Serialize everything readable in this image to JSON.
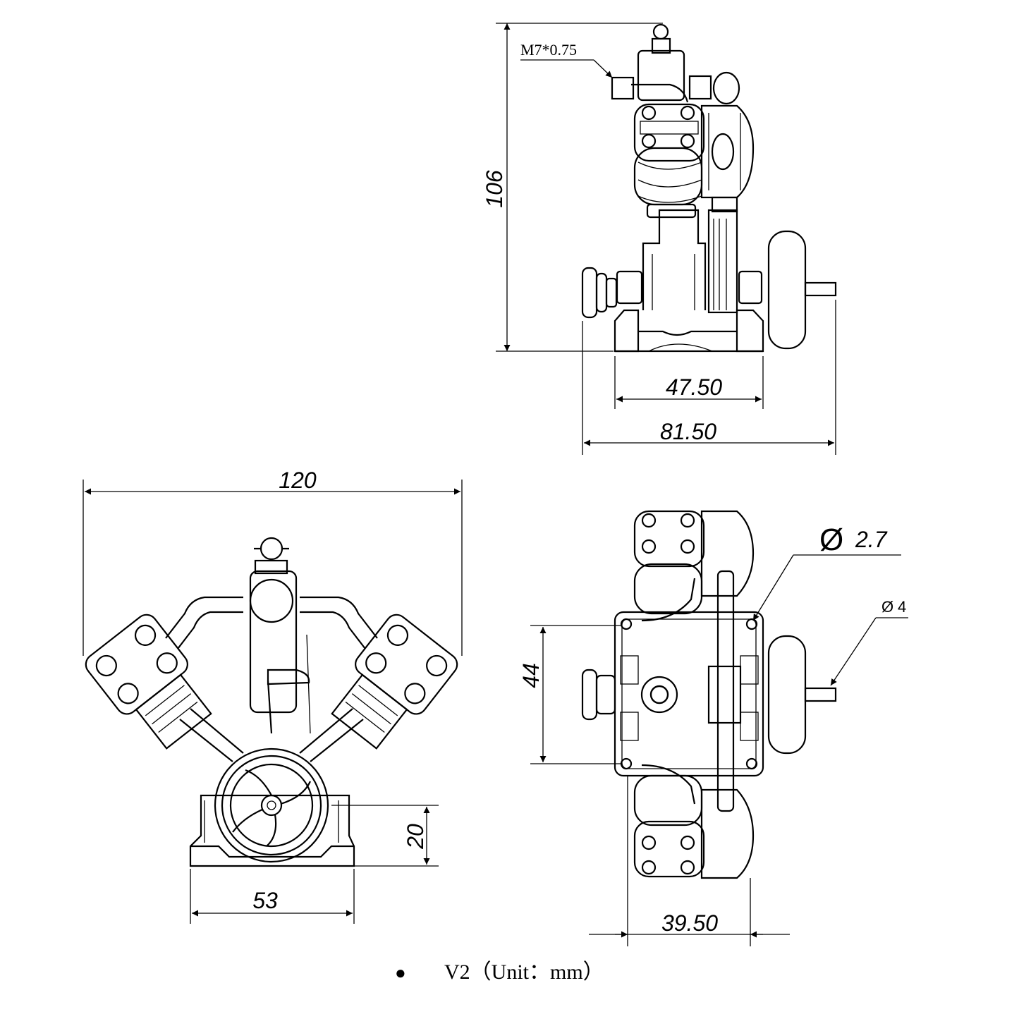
{
  "dimensions": {
    "height_total": "106",
    "thread_note": "M7*0.75",
    "base_width_side": "47.50",
    "overall_width_side": "81.50",
    "overall_width_front": "120",
    "base_height": "20",
    "base_width_front": "53",
    "mount_spacing_top": "44",
    "hole_diameter": "2.7",
    "shaft_diameter": "4",
    "base_width_top": "39.50"
  },
  "symbols": {
    "diameter_large": "Ø",
    "diameter_small": "Ø"
  },
  "caption": {
    "bullet": "●",
    "text": "V2（Unit：mm）"
  }
}
